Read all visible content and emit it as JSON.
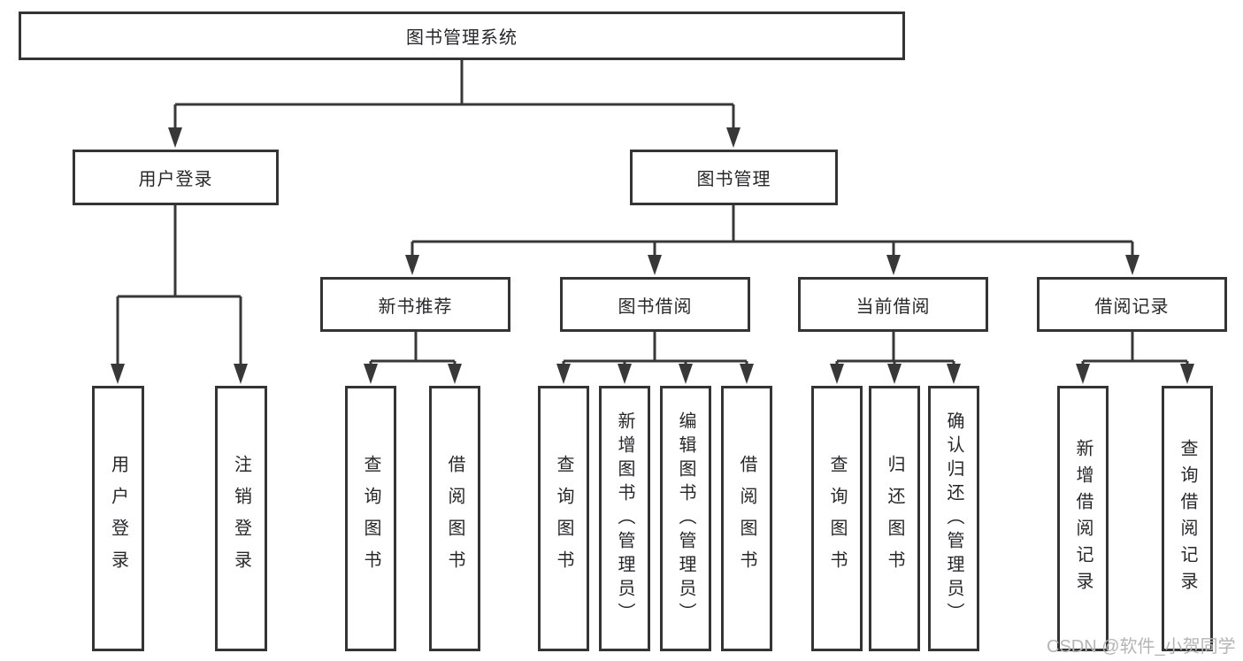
{
  "nodes": {
    "root": "图书管理系统",
    "level2": {
      "user_login": "用户登录",
      "book_management": "图书管理"
    },
    "level3": {
      "new_book_recommend": "新书推荐",
      "book_borrow": "图书借阅",
      "current_borrow": "当前借阅",
      "borrow_record": "借阅记录"
    },
    "leaves": [
      "用户登录",
      "注销登录",
      "查询图书",
      "借阅图书",
      "查询图书",
      "新增图书（管理员）",
      "编辑图书（管理员）",
      "借阅图书",
      "查询图书",
      "归还图书",
      "确认归还（管理员）",
      "新增借阅记录",
      "查询借阅记录"
    ]
  },
  "watermark": "CSDN @软件_小贺同学",
  "colors": {
    "line": "#383838",
    "box_border": "#343434",
    "box_background": "#ffffff",
    "text": "#26282b",
    "watermark": "#b5b5b5",
    "page_background": "#ffffff"
  }
}
